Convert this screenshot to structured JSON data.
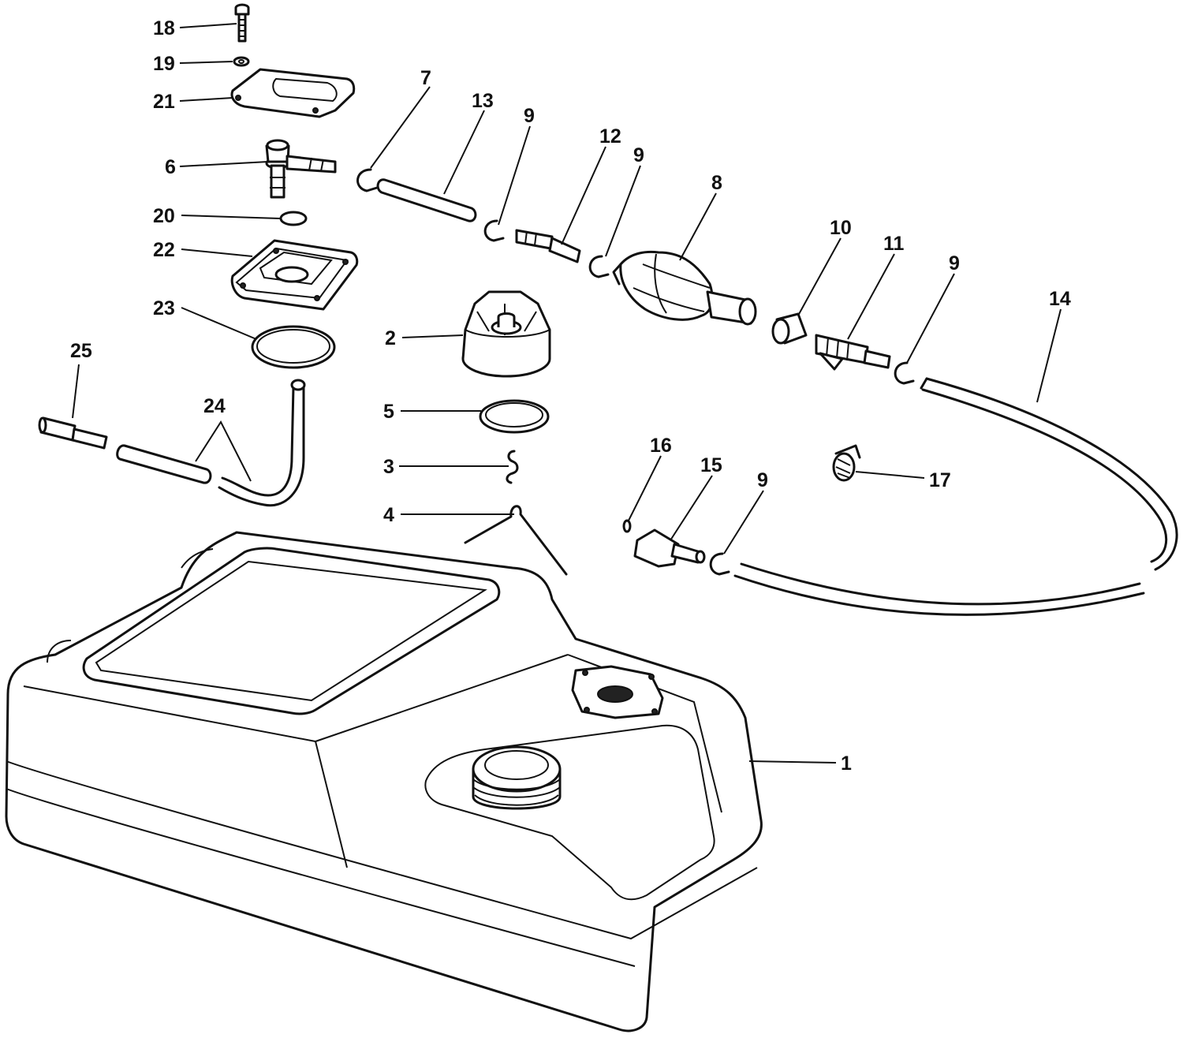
{
  "callouts": {
    "c1": "1",
    "c2": "2",
    "c3": "3",
    "c4": "4",
    "c5": "5",
    "c6": "6",
    "c7": "7",
    "c8": "8",
    "c9a": "9",
    "c9b": "9",
    "c9c": "9",
    "c9d": "9",
    "c10": "10",
    "c11": "11",
    "c12": "12",
    "c13": "13",
    "c14": "14",
    "c15": "15",
    "c16": "16",
    "c17": "17",
    "c18": "18",
    "c19": "19",
    "c20": "20",
    "c21": "21",
    "c22": "22",
    "c23": "23",
    "c24": "24",
    "c25": "25"
  }
}
